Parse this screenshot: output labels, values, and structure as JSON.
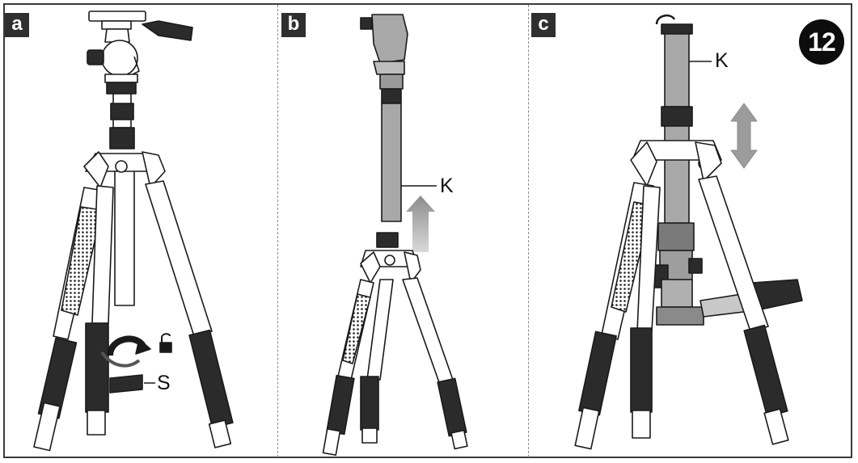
{
  "panels": [
    {
      "tag": "a"
    },
    {
      "tag": "b"
    },
    {
      "tag": "c"
    }
  ],
  "step_number": "12",
  "callouts": {
    "a_lock": "S",
    "b_column": "K",
    "c_column": "K"
  },
  "icons": {
    "a_rotate": "rotate-unlock-icon",
    "a_lock_state": "open-padlock-icon",
    "b_motion": "up-arrow-icon",
    "c_motion": "up-down-arrow-icon"
  },
  "colors": {
    "line": "#1a1a1a",
    "metal": "#ffffff",
    "grip": "#2b2b2b",
    "column": "#a8a8a8",
    "tag_bg": "#2f2f2f"
  }
}
